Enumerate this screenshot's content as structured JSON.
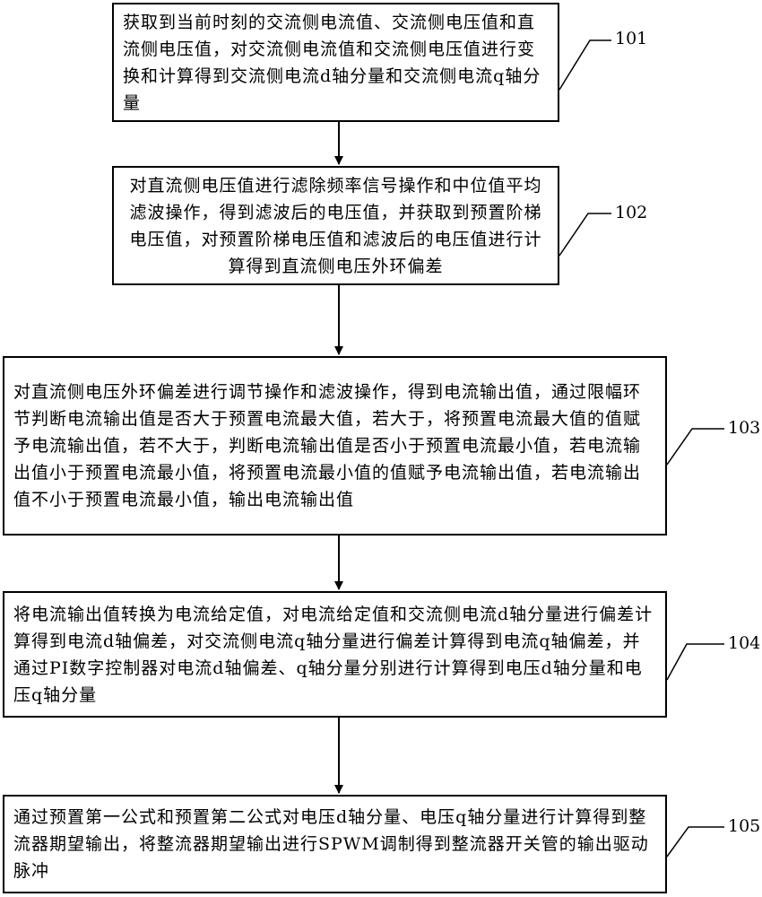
{
  "steps": [
    {
      "id": "101",
      "text": "获取到当前时刻的交流侧电流值、交流侧电压值和直流侧电压值，对交流侧电流值和交流侧电压值进行变换和计算得到交流侧电流d轴分量和交流侧电流q轴分量"
    },
    {
      "id": "102",
      "text": "对直流侧电压值进行滤除频率信号操作和中位值平均滤波操作，得到滤波后的电压值，并获取到预置阶梯电压值，对预置阶梯电压值和滤波后的电压值进行计算得到直流侧电压外环偏差"
    },
    {
      "id": "103",
      "text": "对直流侧电压外环偏差进行调节操作和滤波操作，得到电流输出值，通过限幅环节判断电流输出值是否大于预置电流最大值，若大于，将预置电流最大值的值赋予电流输出值，若不大于，判断电流输出值是否小于预置电流最小值，若电流输出值小于预置电流最小值，将预置电流最小值的值赋予电流输出值，若电流输出值不小于预置电流最小值，输出电流输出值"
    },
    {
      "id": "104",
      "text": "将电流输出值转换为电流给定值，对电流给定值和交流侧电流d轴分量进行偏差计算得到电流d轴偏差，对交流侧电流q轴分量进行偏差计算得到电流q轴偏差，并通过PI数字控制器对电流d轴偏差、q轴分量分别进行计算得到电压d轴分量和电压q轴分量"
    },
    {
      "id": "105",
      "text": "通过预置第一公式和预置第二公式对电压d轴分量、电压q轴分量进行计算得到整流器期望输出，将整流器期望输出进行SPWM调制得到整流器开关管的输出驱动脉冲"
    }
  ]
}
